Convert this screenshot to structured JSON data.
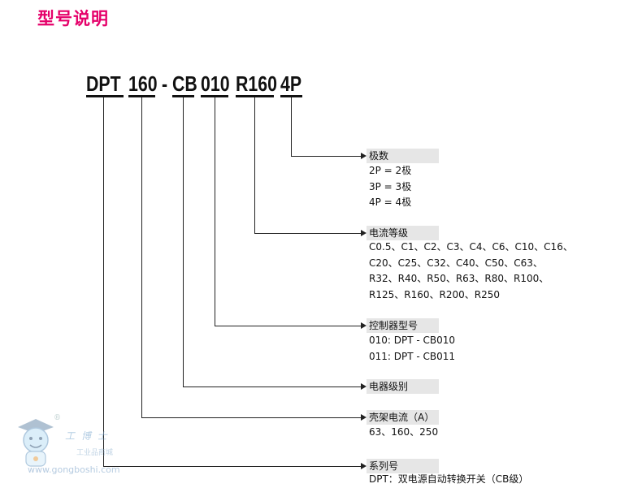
{
  "title": "型号说明",
  "code_parts": [
    "DPT",
    "160",
    "-",
    "CB",
    "010",
    "R160",
    "4P"
  ],
  "sections": [
    {
      "heading": "极数",
      "lines": [
        "2P = 2极",
        "3P = 3极",
        "4P = 4极"
      ]
    },
    {
      "heading": "电流等级",
      "lines": [
        "C0.5、C1、C2、C3、C4、C6、C10、C16、",
        "C20、C25、C32、C40、C50、C63、",
        "R32、R40、R50、R63、R80、R100、",
        "R125、R160、R200、R250"
      ]
    },
    {
      "heading": "控制器型号",
      "lines": [
        "010:  DPT - CB010",
        "011:  DPT - CB011"
      ]
    },
    {
      "heading": "电器级别",
      "lines": []
    },
    {
      "heading": "壳架电流（A）",
      "lines": [
        "63、160、250"
      ]
    },
    {
      "heading": "系列号",
      "lines": [
        "DPT：双电源自动转换开关（CB级）"
      ]
    }
  ],
  "watermark": {
    "brand": "工 博 士",
    "tagline": "工业品商城",
    "url": "www.gongboshi.com",
    "registered": "®"
  }
}
